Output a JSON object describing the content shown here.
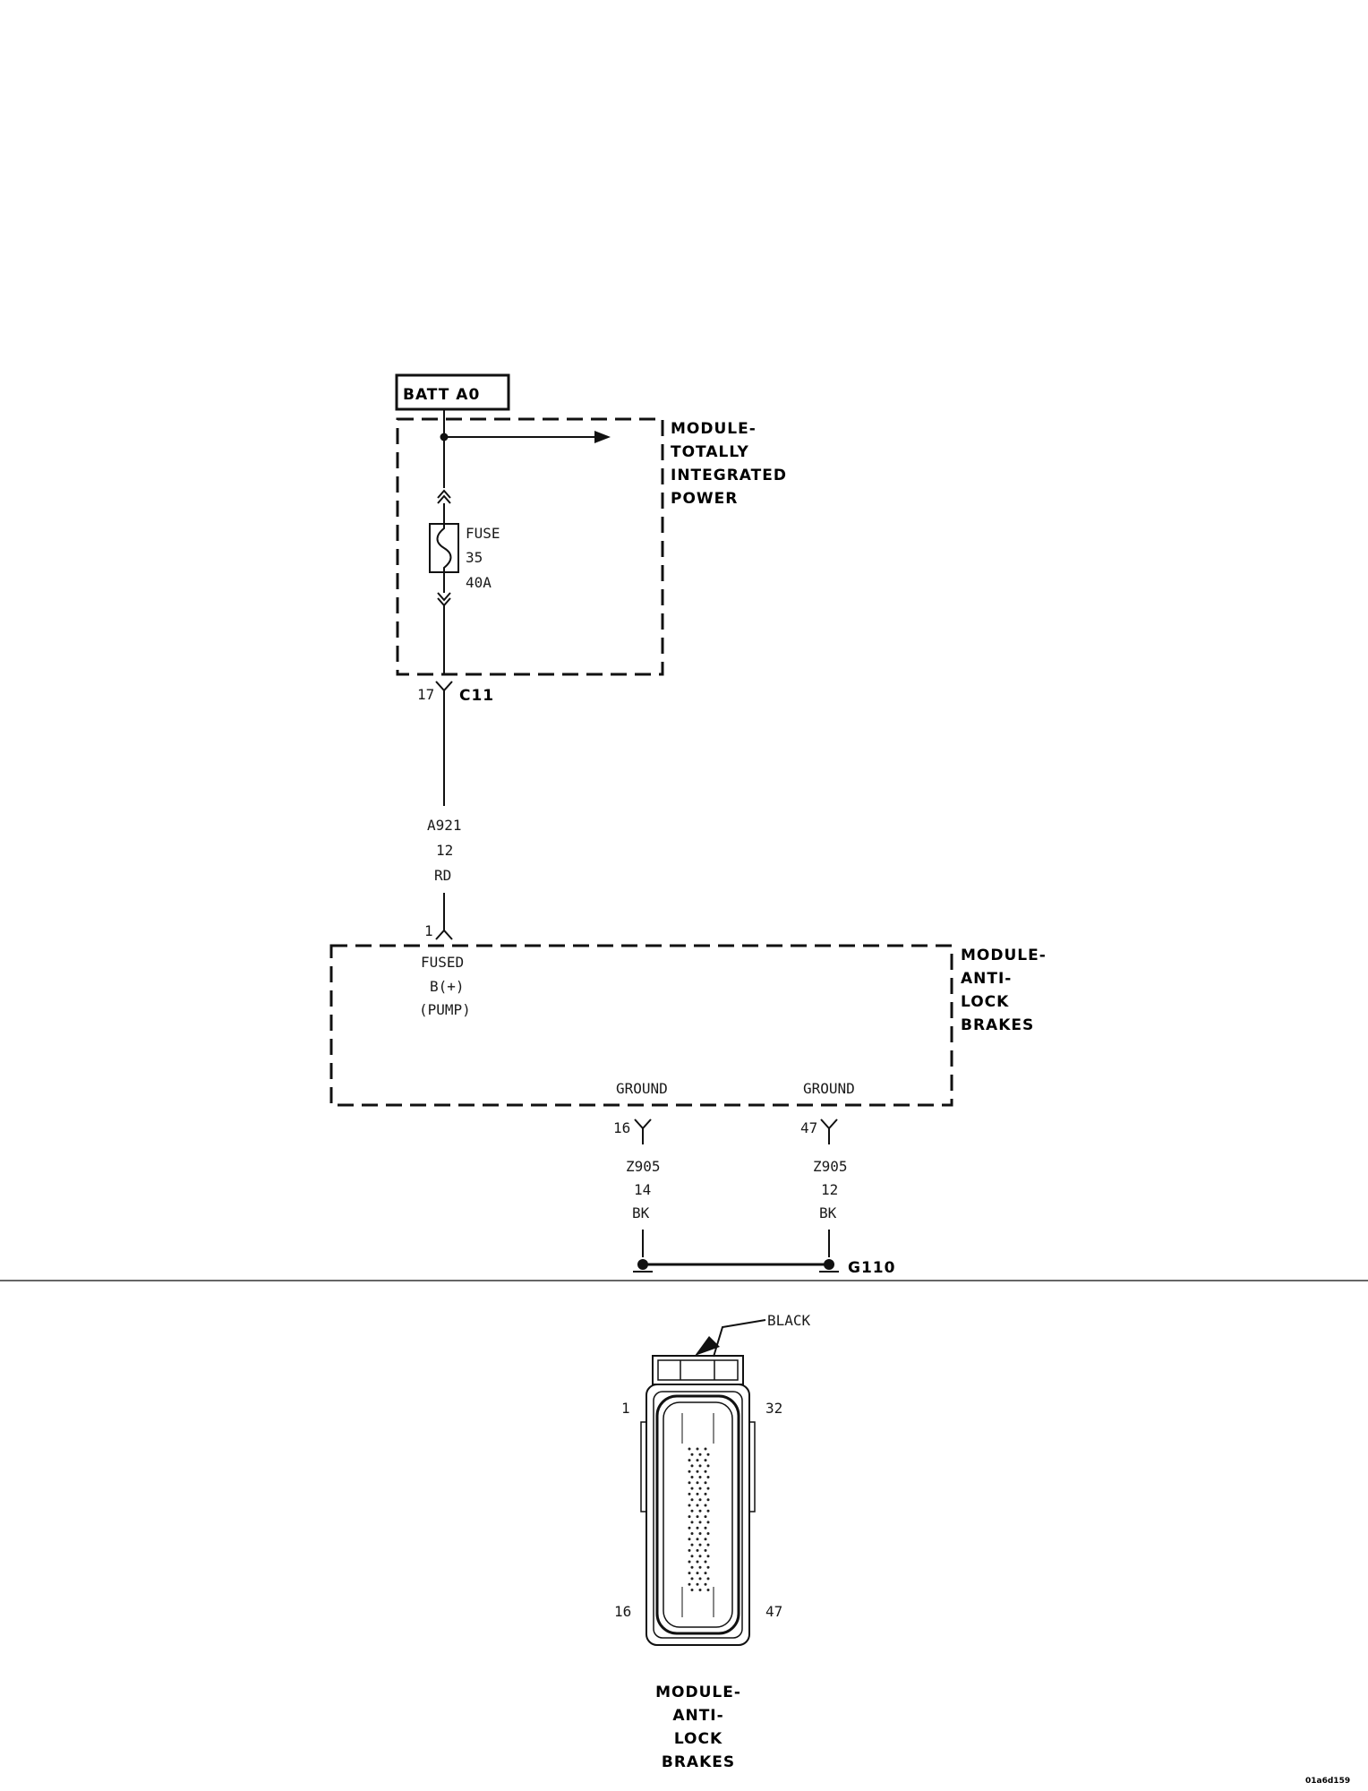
{
  "diagram": {
    "batt_label": "BATT A0",
    "tip_module": {
      "lines": [
        "MODULE-",
        "TOTALLY",
        "INTEGRATED",
        "POWER"
      ]
    },
    "fuse": {
      "lines": [
        "FUSE",
        "35",
        "40A"
      ]
    },
    "connector_c11": {
      "pin": "17",
      "name": "C11"
    },
    "wire_a921": {
      "lines": [
        "A921",
        "12",
        "RD"
      ]
    },
    "abs_pin_1": {
      "pin": "1",
      "lines": [
        "FUSED",
        "B(+)",
        "(PUMP)"
      ]
    },
    "abs_module": {
      "lines": [
        "MODULE-",
        "ANTI-",
        "LOCK",
        "BRAKES"
      ]
    },
    "ground_left": {
      "label": "GROUND",
      "pin": "16",
      "lines": [
        "Z905",
        "14",
        "BK"
      ]
    },
    "ground_right": {
      "label": "GROUND",
      "pin": "47",
      "lines": [
        "Z905",
        "12",
        "BK"
      ]
    },
    "ground_point": "G110"
  },
  "connector_view": {
    "color_label": "BLACK",
    "pin_top_left": "1",
    "pin_top_right": "32",
    "pin_bottom_left": "16",
    "pin_bottom_right": "47",
    "title_lines": [
      "MODULE-",
      "ANTI-",
      "LOCK",
      "BRAKES"
    ]
  },
  "figure_id": "01a6d159"
}
